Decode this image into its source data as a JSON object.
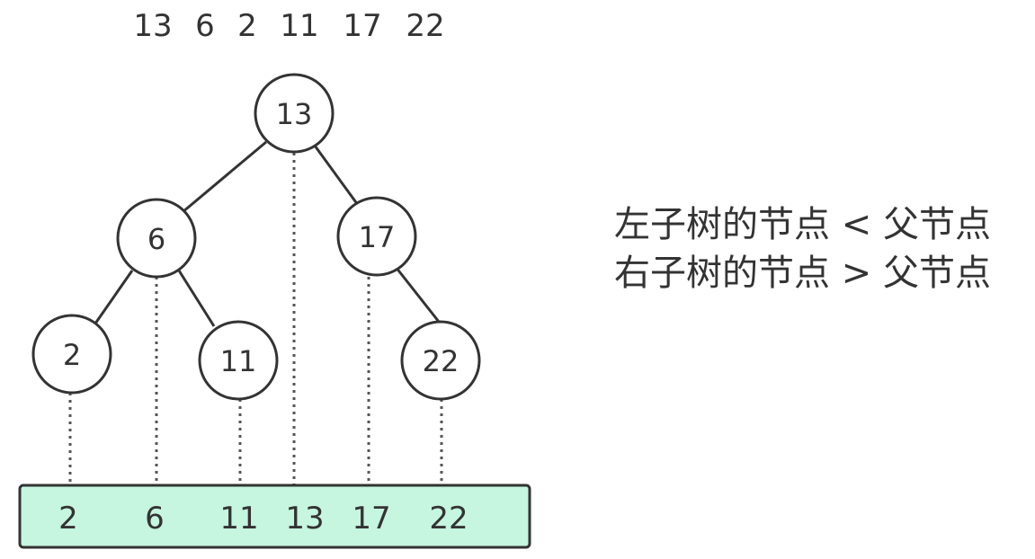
{
  "insertion_sequence": [
    "13",
    "6",
    "2",
    "11",
    "17",
    "22"
  ],
  "tree": {
    "nodes": [
      {
        "id": "n13",
        "label": "13"
      },
      {
        "id": "n6",
        "label": "6"
      },
      {
        "id": "n17",
        "label": "17"
      },
      {
        "id": "n2",
        "label": "2"
      },
      {
        "id": "n11",
        "label": "11"
      },
      {
        "id": "n22",
        "label": "22"
      }
    ],
    "edges": [
      [
        "n13",
        "n6"
      ],
      [
        "n13",
        "n17"
      ],
      [
        "n6",
        "n2"
      ],
      [
        "n6",
        "n11"
      ],
      [
        "n17",
        "n22"
      ]
    ]
  },
  "sorted_array": [
    "2",
    "6",
    "11",
    "13",
    "17",
    "22"
  ],
  "rules": [
    "左子树的节点 < 父节点",
    "右子树的节点 > 父节点"
  ],
  "colors": {
    "array_fill": "#c6f5e0",
    "stroke": "#333333",
    "node_fill": "#ffffff"
  }
}
